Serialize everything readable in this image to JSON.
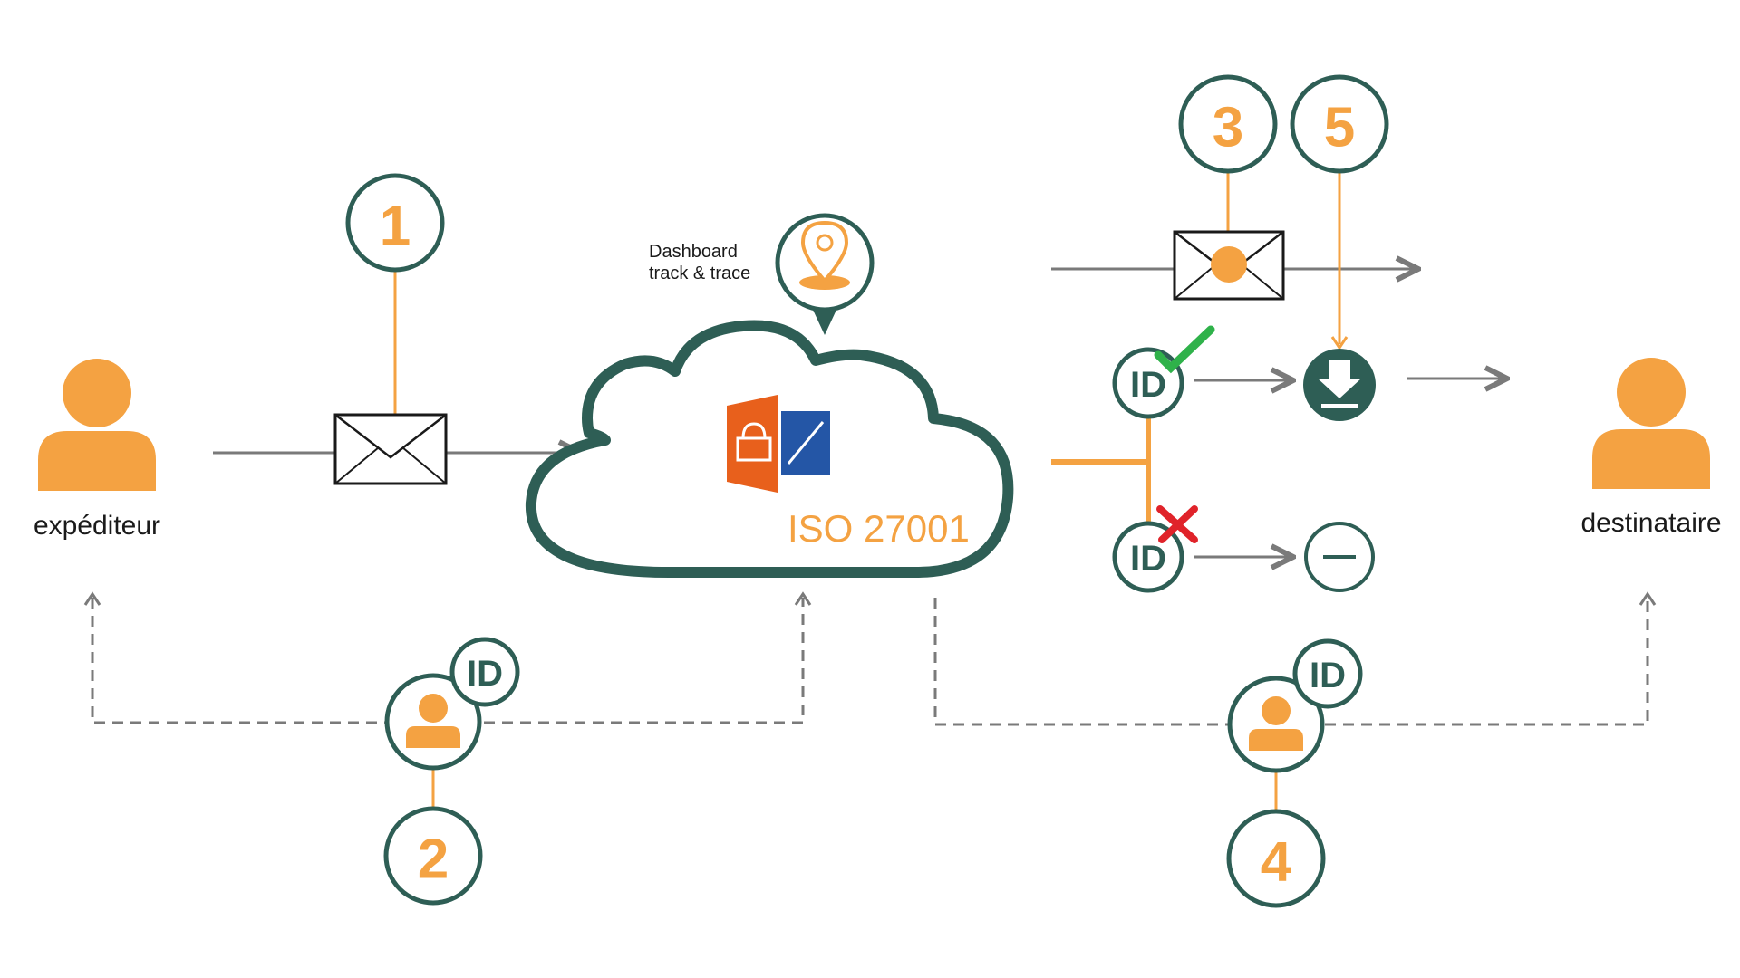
{
  "actors": {
    "sender_label": "expéditeur",
    "recipient_label": "destinataire"
  },
  "dashboard": {
    "line1": "Dashboard",
    "line2": "track & trace"
  },
  "cloud": {
    "certification": "ISO 27001"
  },
  "steps": {
    "s1": "1",
    "s2": "2",
    "s3": "3",
    "s4": "4",
    "s5": "5"
  },
  "id_badges": {
    "sender_id": "ID",
    "recipient_id": "ID",
    "verified_id": "ID",
    "rejected_id": "ID"
  },
  "colors": {
    "orange": "#f4a242",
    "green": "#2e5e55",
    "gray": "#7a7a7a",
    "check": "#2fb24a",
    "cross": "#e0232a",
    "office_orange": "#e8601c",
    "office_blue": "#2456a6"
  }
}
